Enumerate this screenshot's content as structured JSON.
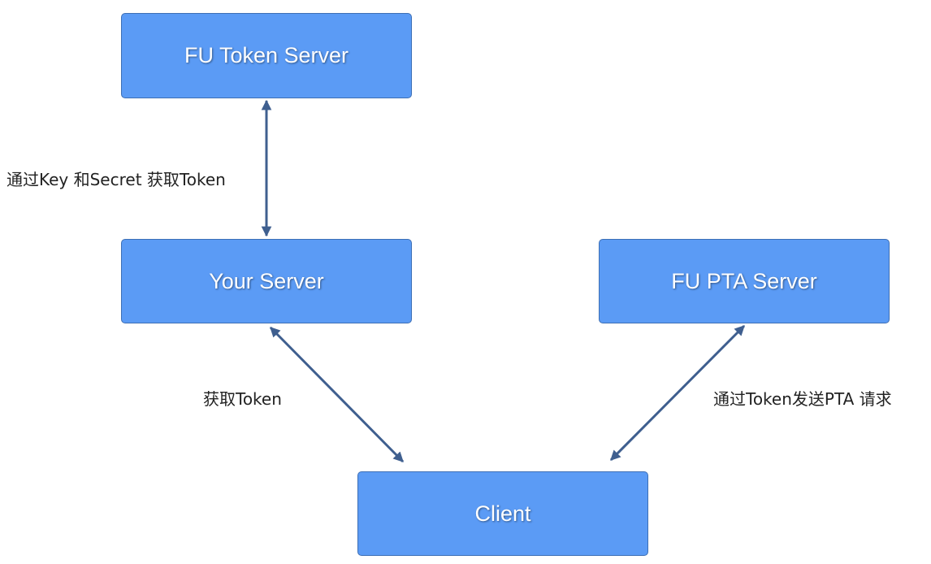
{
  "nodes": {
    "fu_token_server": "FU Token Server",
    "your_server": "Your Server",
    "fu_pta_server": "FU PTA Server",
    "client": "Client"
  },
  "edges": {
    "your_server_to_token": "通过Key 和Secret 获取Token",
    "client_to_your_server": "获取Token",
    "client_to_pta_server": "通过Token发送PTA 请求"
  },
  "colors": {
    "node_fill": "#5b9bf5",
    "node_border": "#3d6fb5",
    "arrow": "#3f5f8f",
    "text": "#222222"
  }
}
